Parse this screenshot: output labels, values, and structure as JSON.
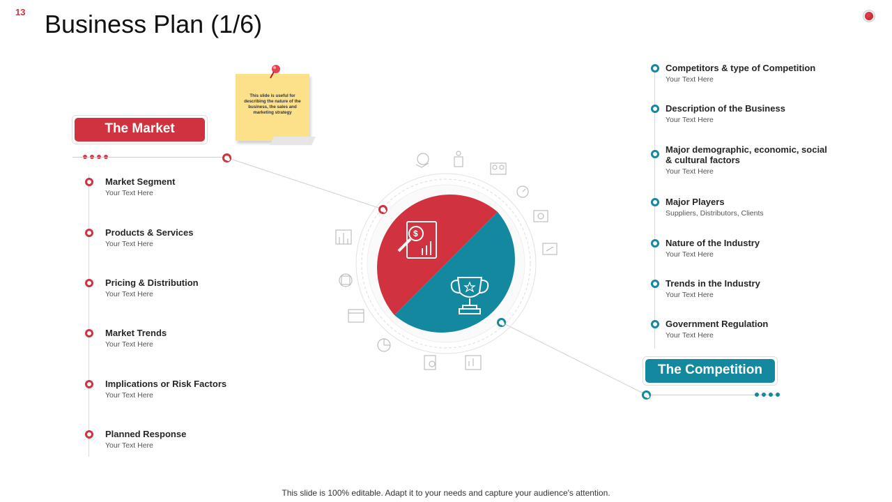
{
  "slide": {
    "number": "13",
    "title": "Business Plan (1/6)"
  },
  "sticky_note": {
    "text": "This slide is useful for describing the nature of the business, the sales and marketing strategy"
  },
  "market": {
    "label": "The Market",
    "items": [
      {
        "title": "Market Segment",
        "sub": "Your Text Here"
      },
      {
        "title": "Products & Services",
        "sub": "Your Text Here"
      },
      {
        "title": "Pricing & Distribution",
        "sub": "Your Text Here"
      },
      {
        "title": "Market Trends",
        "sub": "Your Text Here"
      },
      {
        "title": "Implications or Risk Factors",
        "sub": "Your Text Here"
      },
      {
        "title": "Planned Response",
        "sub": "Your Text Here"
      }
    ]
  },
  "competition": {
    "label": "The Competition",
    "items": [
      {
        "title": "Competitors & type of Competition",
        "sub": "Your Text Here"
      },
      {
        "title": "Description of the Business",
        "sub": "Your Text Here"
      },
      {
        "title": "Major demographic, economic, social",
        "title2": "& cultural factors",
        "sub": "Your Text Here"
      },
      {
        "title": "Major Players",
        "sub": "Suppliers, Distributors, Clients"
      },
      {
        "title": "Nature of the Industry",
        "sub": "Your Text Here"
      },
      {
        "title": "Trends in the Industry",
        "sub": "Your Text Here"
      },
      {
        "title": "Government  Regulation",
        "sub": "Your Text Here"
      }
    ]
  },
  "colors": {
    "red": "#d0323f",
    "teal": "#14889f"
  },
  "icons": {
    "red_half": "market-analysis-icon",
    "teal_half": "trophy-icon"
  },
  "footer": "This slide is 100% editable. Adapt it to your needs and capture your audience's attention."
}
